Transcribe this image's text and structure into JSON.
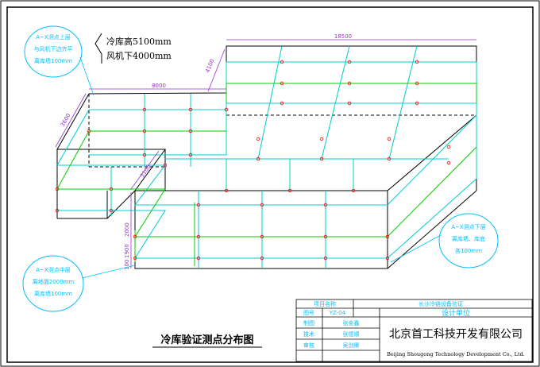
{
  "drawing": {
    "height_note_line1": "冷库高5100mm",
    "height_note_line2": "风机下4000mm",
    "dimensions": {
      "top_length": "18500",
      "left_step_width": "8000",
      "step_depth": "4100",
      "left_wing_depth": "3600",
      "left_notch": "3100",
      "vertical_2000": "2000",
      "vertical_1900": "1900",
      "vertical_100": "100"
    },
    "callouts": [
      {
        "lines": [
          "A~X测点上层",
          "与风机下边齐平",
          "离库墙100mm"
        ]
      },
      {
        "lines": [
          "A~X测点中层",
          "离地面2000mm",
          "离库墙100mm"
        ]
      },
      {
        "lines": [
          "A~X测点下层",
          "离库墙、库底",
          "各100mm"
        ]
      }
    ],
    "caption": "冷库验证测点分布图"
  },
  "title_block": {
    "project_label": "项目名称",
    "project_name": "长沙冷链设备验证",
    "drawing_no_label": "图号",
    "drawing_no": "YZ-04",
    "design_unit_label": "设计单位",
    "drawn_label": "制图",
    "drawn_by": "张金鑫",
    "design_label": "技术",
    "design_by": "张德顺",
    "review_label": "审核",
    "review_by": "吴剑卿",
    "company_cn": "北京首工科技开发有限公司",
    "company_en": "Beijing Shougong Technology Development Co., Ltd."
  },
  "colors": {
    "outline": "#000000",
    "upper_layer": "#00cccc",
    "middle_layer": "#00cc00",
    "lower_layer": "#00cccc",
    "callout": "#00bfff",
    "dimension": "#9933cc",
    "point": "#ff0000",
    "frame": "#000000"
  }
}
